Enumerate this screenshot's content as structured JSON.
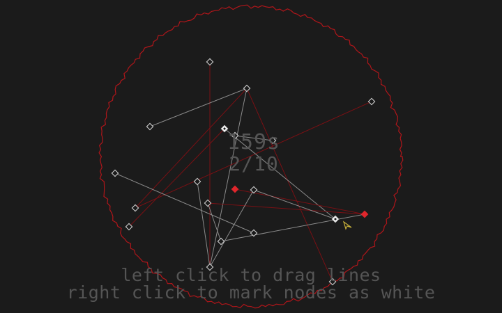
{
  "hud": {
    "timer": "159s",
    "progress": "2/10"
  },
  "instructions": {
    "line1": "left click to drag lines",
    "line2": "right click to mark nodes as white"
  },
  "colors": {
    "background": "#1b1b1b",
    "boundary": "#b0161a",
    "edge_normal": "#8c8c8c",
    "edge_crossing": "#7a1014",
    "node_stroke": "#cfcfcf",
    "node_white": "#ffffff",
    "node_red": "#e0262c",
    "cursor": "#c9b23a",
    "text": "#555555"
  },
  "icons": {
    "cursor": "arrow-cursor-icon"
  }
}
